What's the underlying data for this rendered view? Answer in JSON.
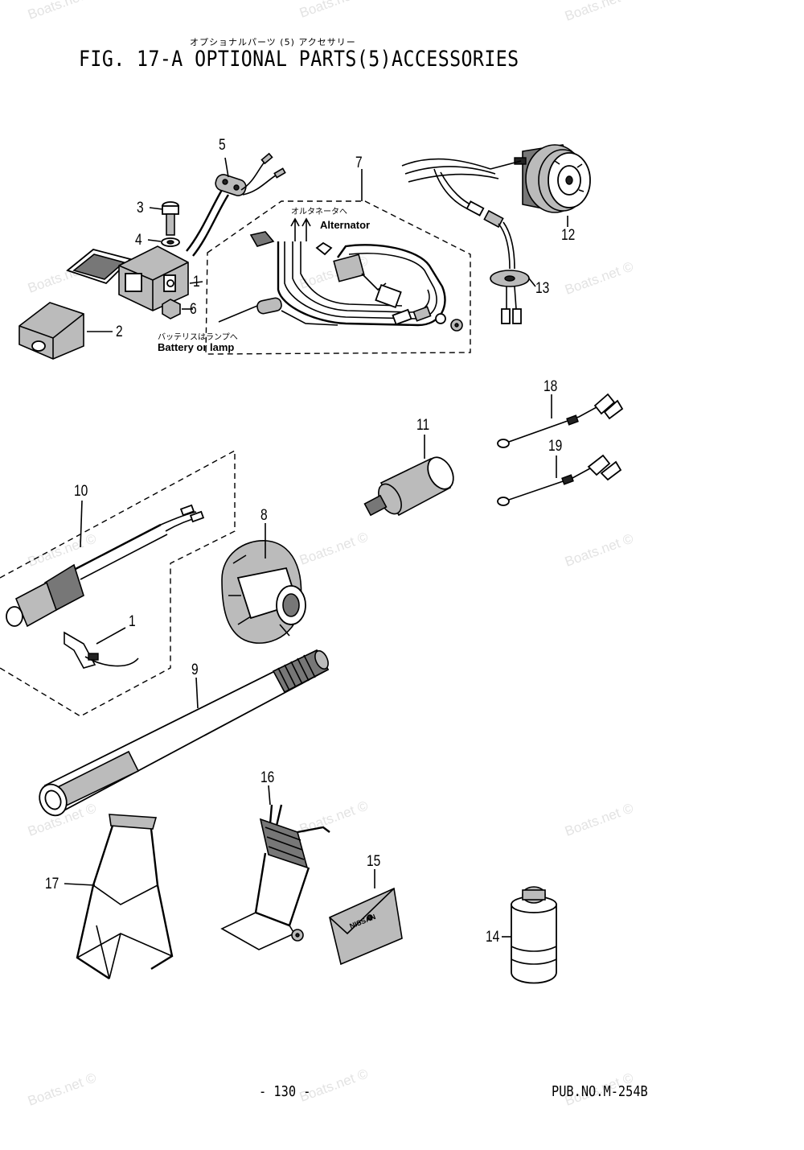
{
  "header": {
    "subtitle_jp": "オプショナルパーツ (5) アクセサリー",
    "title": "FIG. 17-A OPTIONAL PARTS(5)ACCESSORIES"
  },
  "callouts": [
    "1",
    "2",
    "3",
    "4",
    "5",
    "6",
    "7",
    "8",
    "9",
    "10",
    "1",
    "11",
    "12",
    "13",
    "14",
    "15",
    "16",
    "17",
    "18",
    "19"
  ],
  "labels": {
    "alternator_jp": "オルタネータへ",
    "alternator_en": "Alternator",
    "battery_jp": "バッテリスはランプへ",
    "battery_en": "Battery or lamp",
    "product_brand": "NISSAN"
  },
  "watermark": "Boats.net ©",
  "footer": {
    "page": "- 130 -",
    "pub_no": "PUB.NO.M-254B"
  }
}
